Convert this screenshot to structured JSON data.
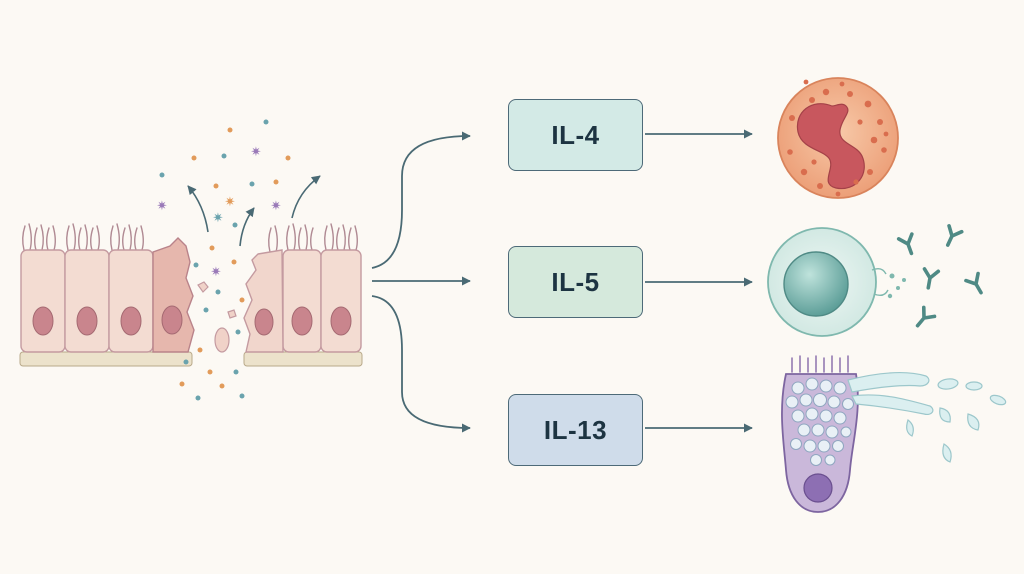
{
  "cytokines": [
    {
      "label": "IL-4"
    },
    {
      "label": "IL-5"
    },
    {
      "label": "IL-13"
    }
  ],
  "icons": {
    "source": "damaged-epithelium-icon",
    "targets": [
      "eosinophil-icon",
      "b-cell-antibody-icon",
      "goblet-cell-mucus-icon"
    ]
  },
  "colors": {
    "background": "#fcf9f4",
    "arrow": "#4a6a74",
    "il4_box": "#d3eae6",
    "il5_box": "#d5e9dc",
    "il13_box": "#cfdcea"
  }
}
